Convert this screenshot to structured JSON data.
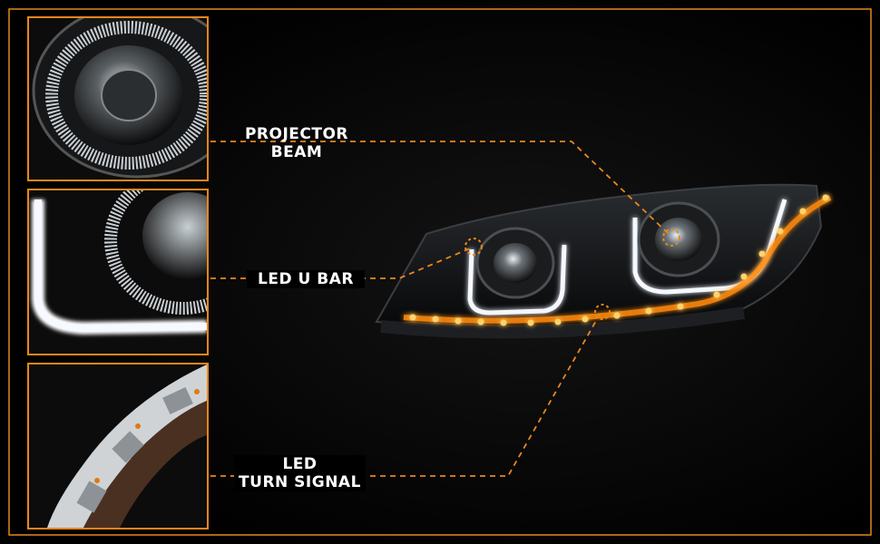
{
  "colors": {
    "accent": "#e8871c",
    "amber": "#ff9a1a",
    "background": "#000000"
  },
  "callouts": {
    "projector": {
      "line1": "PROJECTOR",
      "line2": "BEAM"
    },
    "ubar": {
      "line1": "LED U BAR"
    },
    "turn": {
      "line1": "LED",
      "line2": "TURN SIGNAL"
    }
  }
}
